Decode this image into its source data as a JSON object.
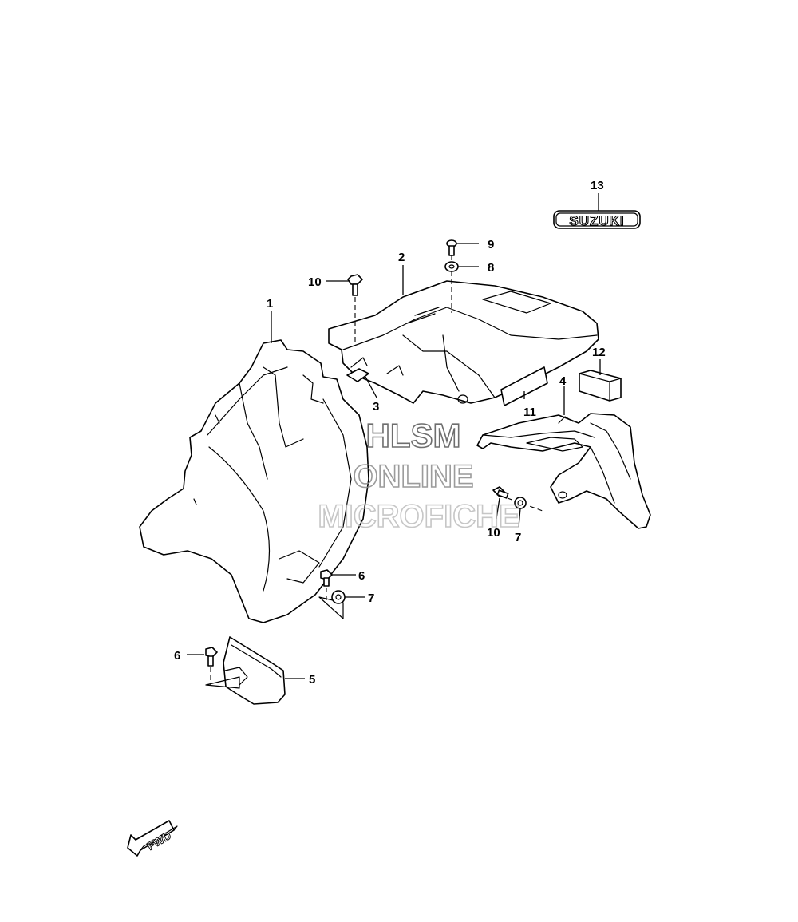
{
  "watermark": {
    "line1": "HLSM",
    "line2": "ONLINE",
    "line3": "MICROFICHE",
    "color": "#555555"
  },
  "badge": {
    "text": "SUZUKI"
  },
  "forward_arrow": {
    "text": "FWD"
  },
  "callouts": {
    "p1": "1",
    "p2": "2",
    "p3": "3",
    "p4": "4",
    "p5": "5",
    "p6a": "6",
    "p6b": "6",
    "p7a": "7",
    "p7b": "7",
    "p8": "8",
    "p9": "9",
    "p10a": "10",
    "p10b": "10",
    "p11": "11",
    "p12": "12",
    "p13": "13"
  }
}
